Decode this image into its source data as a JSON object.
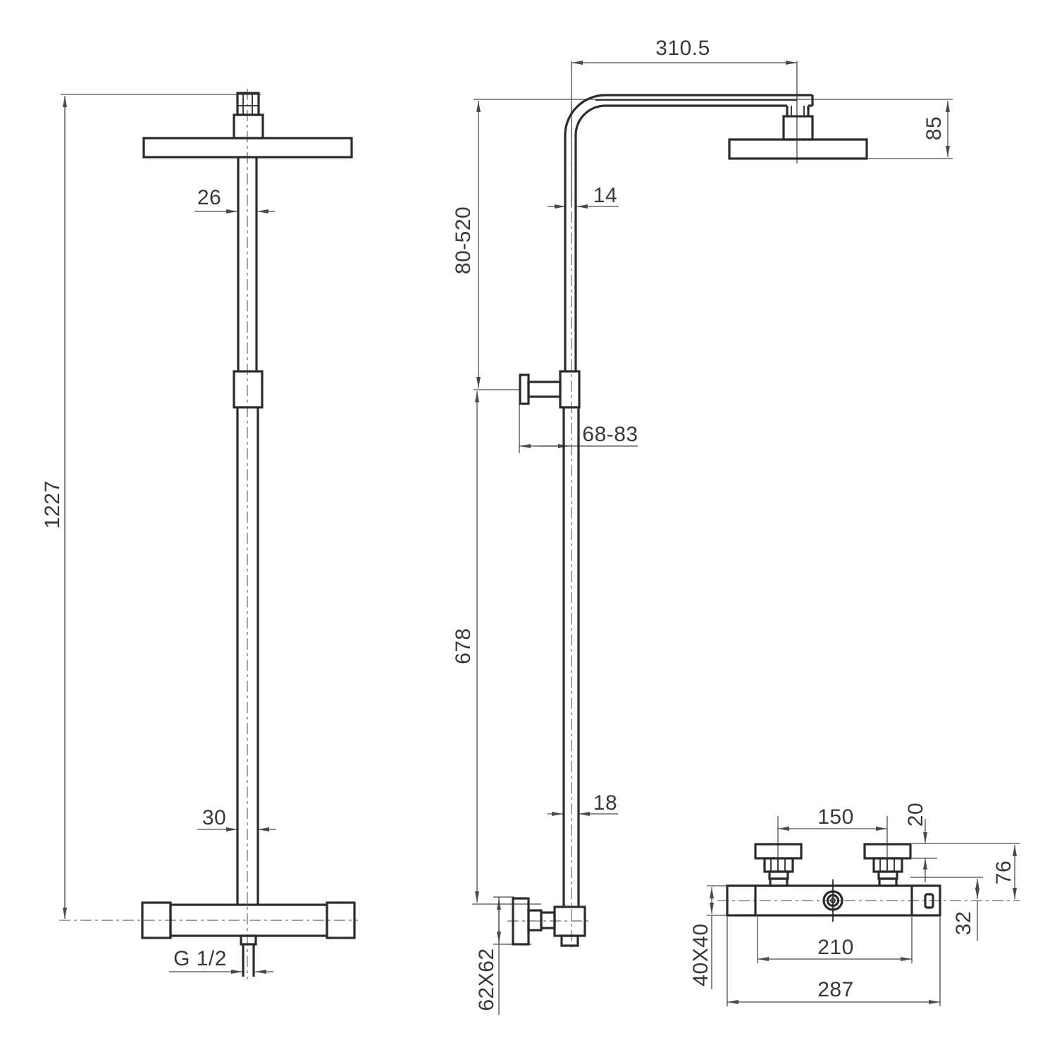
{
  "drawing": {
    "type": "technical-dimension-drawing",
    "subject": "thermostatic shower column with overhead rain head and bar valve",
    "line_color": "#2b2b2b",
    "dim_color": "#4a4a4a",
    "background": "#ffffff"
  },
  "views": {
    "front": {
      "title": "front-view-shower-column",
      "dims": {
        "overall_height": "1227",
        "upper_pipe_width": "26",
        "lower_pipe_width": "30",
        "inlet_thread": "G 1/2"
      }
    },
    "side": {
      "title": "side-view-shower-column",
      "dims": {
        "arm_reach": "310.5",
        "head_drop": "85",
        "upper_pipe_width": "14",
        "height_adjust": "80-520",
        "wall_offset": "68-83",
        "lower_pipe_length": "678",
        "lower_pipe_width": "18",
        "wall_plate": "62X62"
      }
    },
    "valve": {
      "title": "valve-front-view",
      "dims": {
        "handle_spacing": "150",
        "handle_cap_height": "20",
        "handle_to_center": "76",
        "center_to_body_top": "32",
        "body_section": "40X40",
        "port_spacing": "210",
        "body_length": "287"
      }
    }
  }
}
